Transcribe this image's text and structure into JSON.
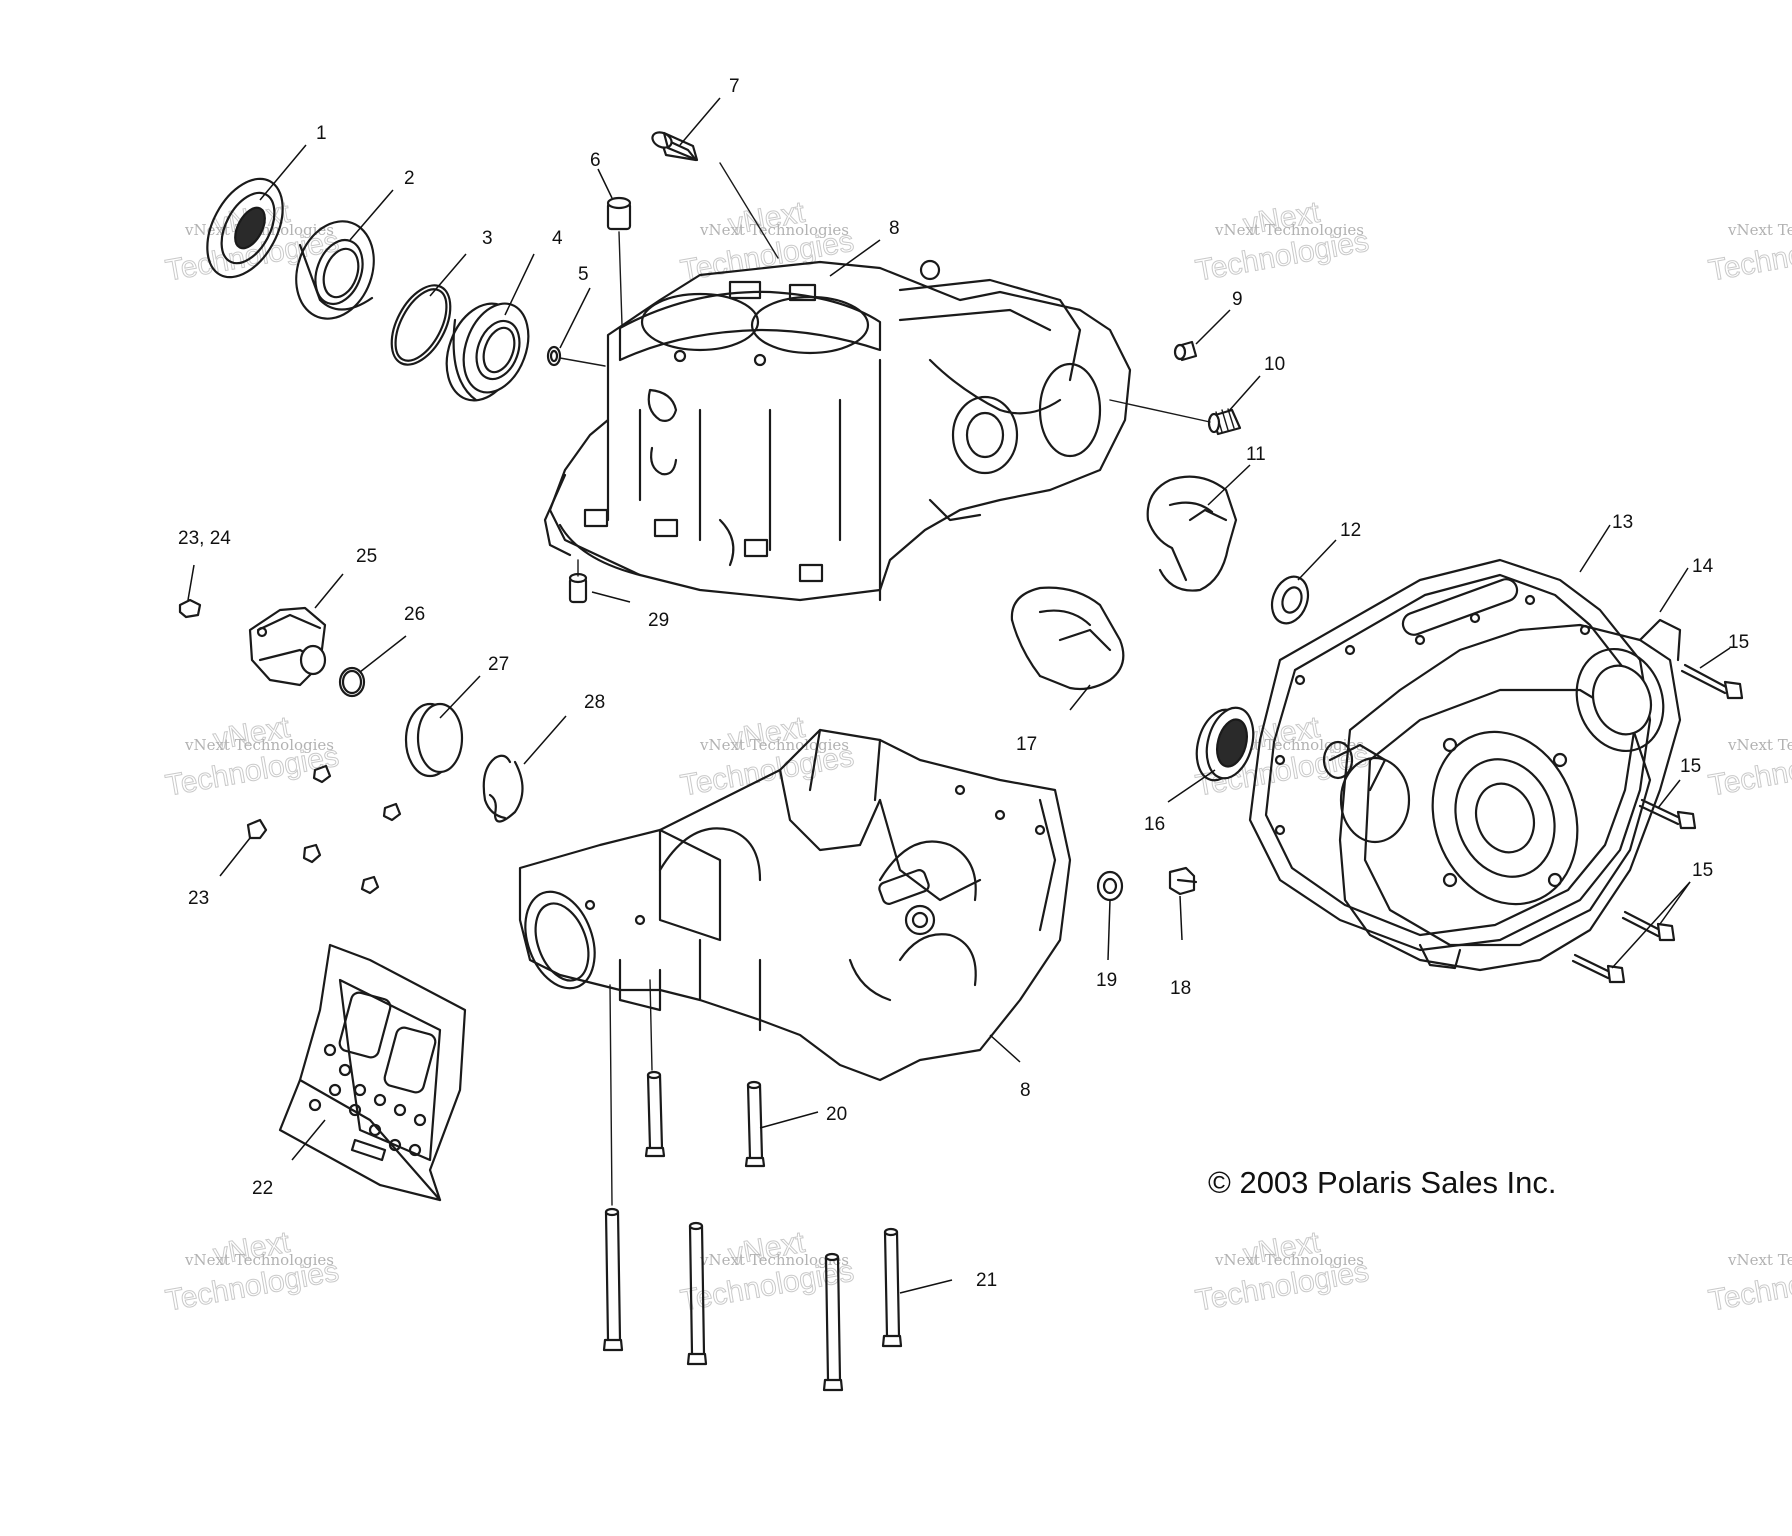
{
  "callouts": [
    "1",
    "2",
    "3",
    "4",
    "5",
    "6",
    "7",
    "8",
    "9",
    "10",
    "11",
    "12",
    "13",
    "14",
    "15",
    "16",
    "17",
    "18",
    "19",
    "20",
    "21",
    "22",
    "23",
    "23, 24",
    "25",
    "26",
    "27",
    "28",
    "29"
  ],
  "labels": {
    "c1": "1",
    "c2": "2",
    "c3": "3",
    "c4": "4",
    "c5": "5",
    "c6": "6",
    "c7": "7",
    "c8a": "8",
    "c8b": "8",
    "c9": "9",
    "c10": "10",
    "c11": "11",
    "c12": "12",
    "c13": "13",
    "c14": "14",
    "c15a": "15",
    "c15b": "15",
    "c15c": "15",
    "c16": "16",
    "c17": "17",
    "c18": "18",
    "c19": "19",
    "c20": "20",
    "c21": "21",
    "c22": "22",
    "c23": "23",
    "c2324": "23, 24",
    "c25": "25",
    "c26": "26",
    "c27": "27",
    "c28": "28",
    "c29": "29"
  },
  "copyright": "© 2003 Polaris Sales Inc.",
  "watermark": {
    "line1": "vNext Technologies",
    "line2": "Technologies",
    "line3": "vNext"
  },
  "colors": {
    "ink": "#1a1a1a",
    "watermark": "#8a8a8a",
    "background": "#ffffff"
  }
}
